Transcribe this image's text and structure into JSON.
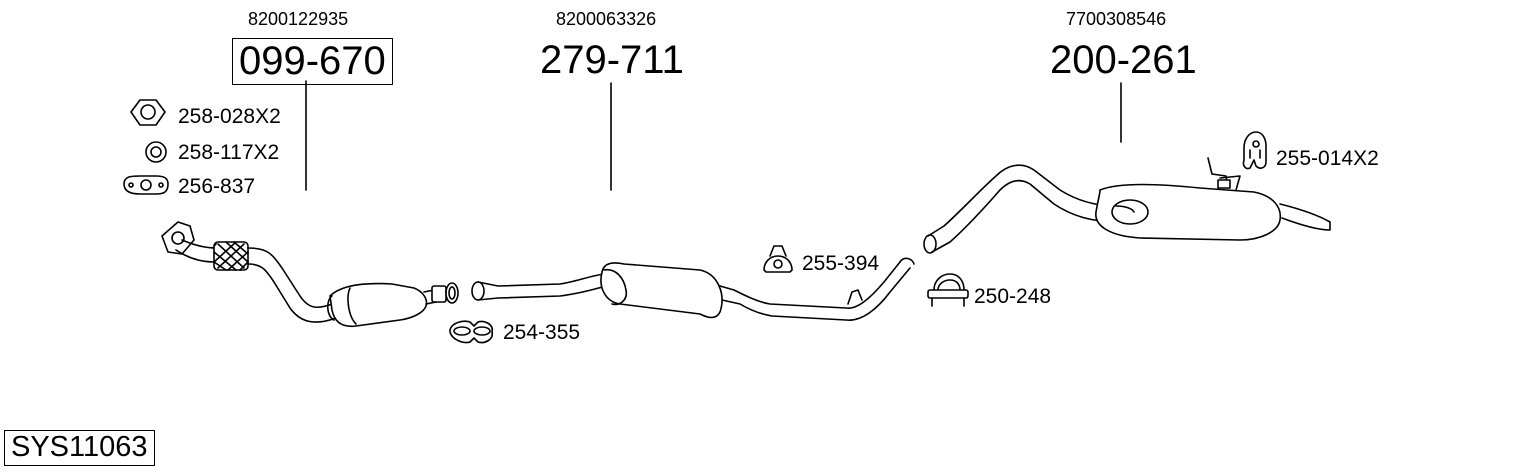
{
  "system_code": "SYS11063",
  "main_parts": [
    {
      "oe_number": "8200122935",
      "part_number": "099-670",
      "boxed": true
    },
    {
      "oe_number": "8200063326",
      "part_number": "279-711",
      "boxed": false
    },
    {
      "oe_number": "7700308546",
      "part_number": "200-261",
      "boxed": false
    }
  ],
  "accessories": [
    {
      "label": "258-028X2",
      "icon": "hex-nut-icon"
    },
    {
      "label": "258-117X2",
      "icon": "sealing-ring-icon"
    },
    {
      "label": "256-837",
      "icon": "flange-gasket-icon"
    },
    {
      "label": "254-355",
      "icon": "pipe-clamp-icon"
    },
    {
      "label": "255-394",
      "icon": "rubber-mount-icon"
    },
    {
      "label": "250-248",
      "icon": "u-bolt-clamp-icon"
    },
    {
      "label": "255-014X2",
      "icon": "rubber-hanger-icon"
    }
  ]
}
